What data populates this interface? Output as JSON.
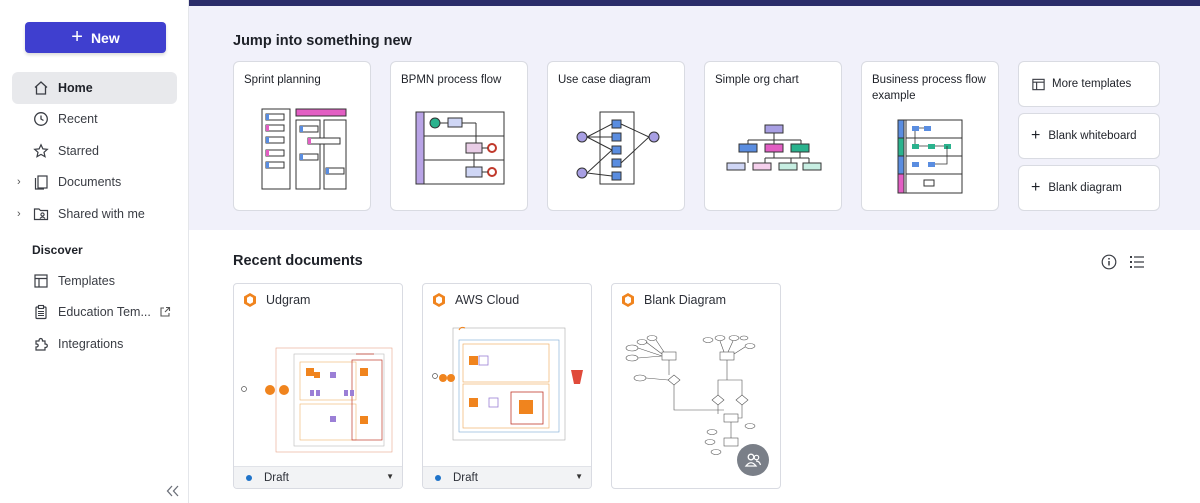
{
  "sidebar": {
    "new_label": "New",
    "items": [
      {
        "label": "Home",
        "icon": "home-icon",
        "active": true
      },
      {
        "label": "Recent",
        "icon": "clock-icon"
      },
      {
        "label": "Starred",
        "icon": "star-icon"
      },
      {
        "label": "Documents",
        "icon": "documents-icon",
        "expandable": true
      },
      {
        "label": "Shared with me",
        "icon": "shared-folder-icon",
        "expandable": true
      }
    ],
    "discover_title": "Discover",
    "discover_items": [
      {
        "label": "Templates",
        "icon": "templates-icon"
      },
      {
        "label": "Education Tem...",
        "icon": "clipboard-icon",
        "external": true
      },
      {
        "label": "Integrations",
        "icon": "puzzle-icon"
      }
    ]
  },
  "hero": {
    "title": "Jump into something new",
    "templates": [
      {
        "label": "Sprint planning"
      },
      {
        "label": "BPMN process flow"
      },
      {
        "label": "Use case diagram"
      },
      {
        "label": "Simple org chart"
      },
      {
        "label": "Business process flow example"
      }
    ],
    "actions": [
      {
        "label": "More templates",
        "icon": "templates-icon"
      },
      {
        "label": "Blank whiteboard",
        "icon": "plus-icon"
      },
      {
        "label": "Blank diagram",
        "icon": "plus-icon"
      }
    ]
  },
  "recent": {
    "title": "Recent documents",
    "docs": [
      {
        "name": "Udgram",
        "status": "Draft"
      },
      {
        "name": "AWS Cloud",
        "status": "Draft"
      },
      {
        "name": "Blank Diagram",
        "status": ""
      }
    ]
  },
  "colors": {
    "accent": "#3f3fcf",
    "hero_bg": "#f1f1fa",
    "logo_orange": "#f0841e",
    "draft_dot": "#1f73c9"
  }
}
